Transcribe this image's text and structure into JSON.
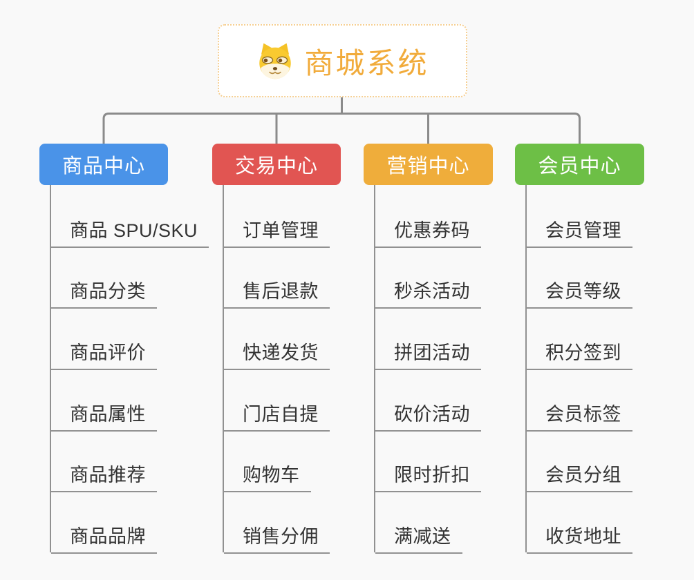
{
  "root": {
    "title": "商城系统",
    "icon": "doge-dog-icon",
    "title_color": "#f1ab3b",
    "border_color": "#f6cf92"
  },
  "connector_color": "#8b8b8b",
  "branches": [
    {
      "label": "商品中心",
      "color": "#4a93e8",
      "children": [
        "商品 SPU/SKU",
        "商品分类",
        "商品评价",
        "商品属性",
        "商品推荐",
        "商品品牌"
      ]
    },
    {
      "label": "交易中心",
      "color": "#e15552",
      "children": [
        "订单管理",
        "售后退款",
        "快递发货",
        "门店自提",
        "购物车",
        "销售分佣"
      ]
    },
    {
      "label": "营销中心",
      "color": "#efad3b",
      "children": [
        "优惠券码",
        "秒杀活动",
        "拼团活动",
        "砍价活动",
        "限时折扣",
        "满减送"
      ]
    },
    {
      "label": "会员中心",
      "color": "#6dbf46",
      "children": [
        "会员管理",
        "会员等级",
        "积分签到",
        "会员标签",
        "会员分组",
        "收货地址"
      ]
    }
  ]
}
